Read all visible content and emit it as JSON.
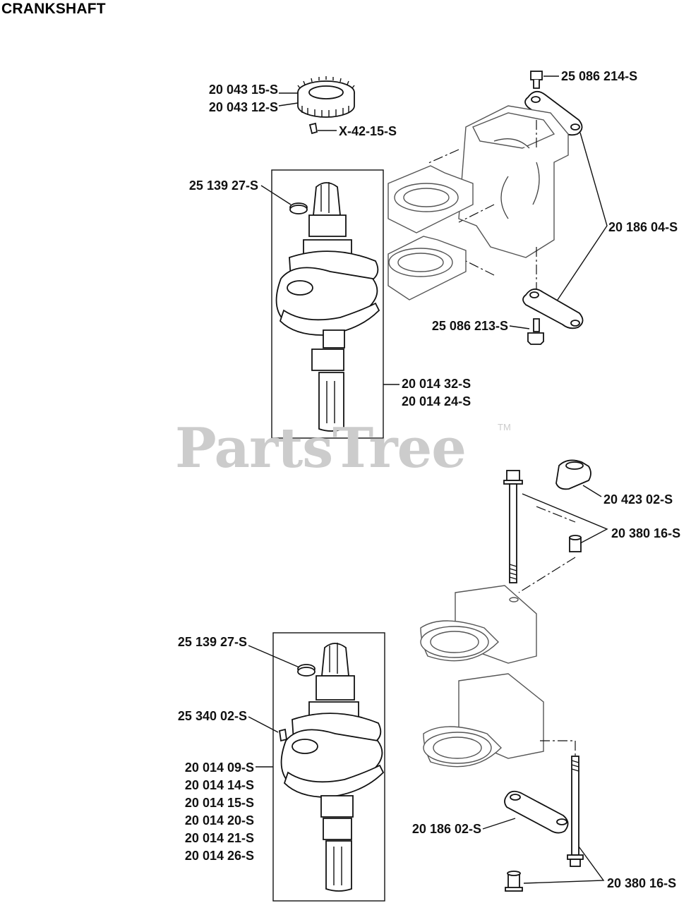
{
  "title": "CRANKSHAFT",
  "watermark": {
    "text": "PartsTree",
    "trademark": "TM"
  },
  "labels": {
    "bolt_upper": "25 086 214-S",
    "gear": [
      "20 043 15-S",
      "20 043 12-S"
    ],
    "key_gear": "X-42-15-S",
    "seal_upper": "25 139 27-S",
    "link_upper": "20 186 04-S",
    "bolt_lower": "25 086 213-S",
    "crank_upper": [
      "20 014 32-S",
      "20 014 24-S"
    ],
    "weight": "20 423 02-S",
    "bolt_pair_upper": "20 380 16-S",
    "seal_lower": "25 139 27-S",
    "key_lower": "25 340 02-S",
    "crank_lower": [
      "20 014 09-S",
      "20 014 14-S",
      "20 014 15-S",
      "20 014 20-S",
      "20 014 21-S",
      "20 014 26-S"
    ],
    "link_lower": "20 186 02-S",
    "bolt_pair_lower": "20 380 16-S"
  }
}
